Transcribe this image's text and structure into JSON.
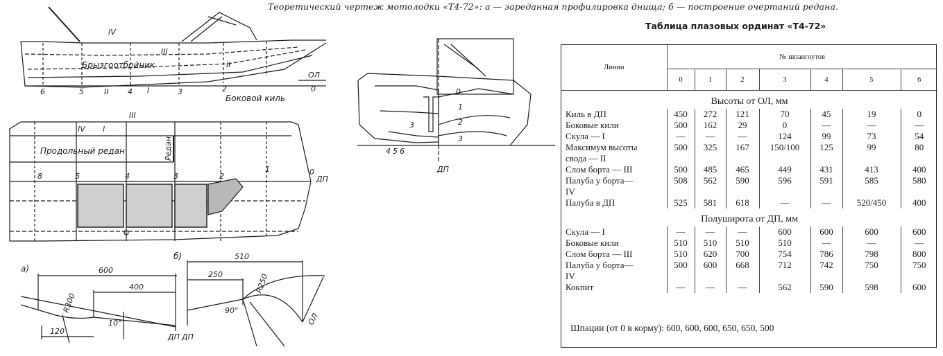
{
  "caption": "Теоретический чертеж мотолодки «Т4-72»: а — зареданная профилировка днища; б — построение очертаний редана.",
  "table_title": "Таблица плазовых ординат «Т4-72»",
  "table": {
    "lines_header": "Линии",
    "frames_header": "№ шпангоутов",
    "frames": [
      "0",
      "1",
      "2",
      "3",
      "4",
      "5",
      "6"
    ],
    "section1_title": "Высоты от ОЛ, мм",
    "section1_rows": [
      {
        "label": "Киль в ДП",
        "values": [
          "450",
          "272",
          "121",
          "70",
          "45",
          "19",
          "0"
        ]
      },
      {
        "label": "Боковые кили",
        "values": [
          "500",
          "162",
          "29",
          "0",
          "—",
          "—",
          "—"
        ]
      },
      {
        "label": "Скула — I",
        "values": [
          "—",
          "—",
          "—",
          "124",
          "99",
          "73",
          "54"
        ]
      },
      {
        "label": "Максимум высоты",
        "values": [
          "500",
          "325",
          "167",
          "150/100",
          "125",
          "99",
          "80"
        ]
      },
      {
        "label": "свода — II",
        "values": [
          "",
          "",
          "",
          "",
          "",
          "",
          ""
        ]
      },
      {
        "label": "Слом борта — III",
        "values": [
          "500",
          "485",
          "465",
          "449",
          "431",
          "413",
          "400"
        ]
      },
      {
        "label": "Палуба у борта—",
        "values": [
          "508",
          "562",
          "590",
          "596",
          "591",
          "585",
          "580"
        ]
      },
      {
        "label": "IV",
        "values": [
          "",
          "",
          "",
          "",
          "",
          "",
          ""
        ]
      },
      {
        "label": "Палуба в ДП",
        "values": [
          "525",
          "581",
          "618",
          "—",
          "—",
          "520/450",
          "400"
        ]
      }
    ],
    "section2_title": "Полуширота от ДП, мм",
    "section2_rows": [
      {
        "label": "Скула — I",
        "values": [
          "—",
          "—",
          "—",
          "600",
          "600",
          "600",
          "600"
        ]
      },
      {
        "label": "Боковые кили",
        "values": [
          "510",
          "510",
          "510",
          "510",
          "—",
          "—",
          "—"
        ]
      },
      {
        "label": "Слом борта — III",
        "values": [
          "510",
          "620",
          "700",
          "754",
          "786",
          "798",
          "800"
        ]
      },
      {
        "label": "Палуба у борта—",
        "values": [
          "500",
          "600",
          "668",
          "712",
          "742",
          "750",
          "750"
        ]
      },
      {
        "label": "IV",
        "values": [
          "",
          "",
          "",
          "",
          "",
          "",
          ""
        ]
      },
      {
        "label": "Кокпит",
        "values": [
          "—",
          "—",
          "—",
          "562",
          "590",
          "598",
          "600"
        ]
      }
    ],
    "spacing_note": "Шпации (от 0 в корму): 600, 600, 600, 650, 650, 500"
  },
  "drawing_labels": {
    "profile_line_IV": "IV",
    "profile_line_III": "III",
    "profile_line_II": "II",
    "profile_line_I": "I",
    "spray_rail": "Брызгоотбойник",
    "side_keel": "Боковой киль",
    "ol": "ОЛ",
    "zero": "0",
    "station_6": "6",
    "station_5": "5",
    "station_4": "4",
    "station_3": "3",
    "station_2": "2",
    "station_1": "1",
    "station_0": "0",
    "longitudinal_step": "Продольный редан",
    "step": "Редан",
    "dp": "ДП",
    "plan_station_8": "8",
    "body_0": "0",
    "body_1": "1",
    "body_2": "2",
    "body_3": "3",
    "body_3b": "3",
    "body_4": "4",
    "body_5": "5",
    "body_6": "6",
    "fig_a": "а)",
    "fig_b": "б)",
    "dim_600": "600",
    "dim_400": "400",
    "dim_120": "120",
    "dim_r300": "R300",
    "dim_10deg": "10°",
    "dim_510": "510",
    "dim_250": "250",
    "dim_r250": "R250",
    "dim_90deg": "90°"
  }
}
